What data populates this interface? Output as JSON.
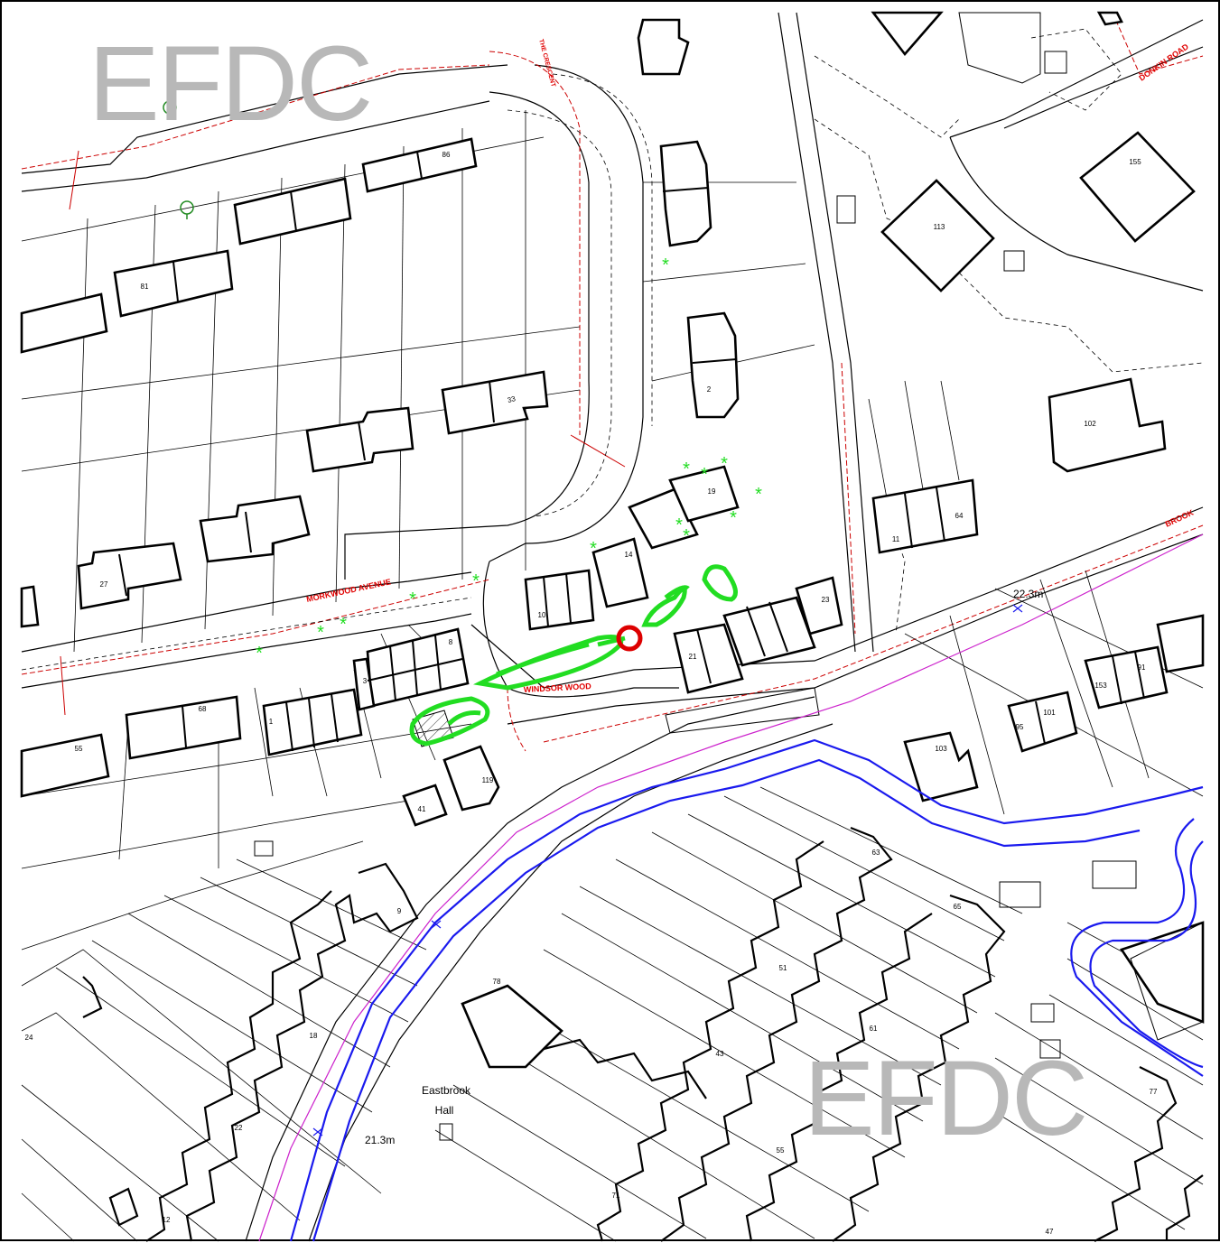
{
  "watermark": {
    "top": "EFDC",
    "bottom": "EFDC"
  },
  "streets": {
    "morkwood_avenue": "MORKWOOD AVENUE",
    "windsor_wood": "WINDSOR WOOD",
    "top_right_road": "DONKIN ROAD",
    "east_road": "BROOK",
    "the_crescent": "THE CRESCENT"
  },
  "spot_heights": {
    "upper": "22.3m",
    "lower": "21.3m"
  },
  "buildings": {
    "hall_line1": "Eastbrook",
    "hall_line2": "Hall"
  },
  "house_numbers": {
    "n1": "1",
    "n2": "2",
    "n3": "3",
    "n8": "8",
    "n9": "9",
    "n10": "10",
    "n11": "11",
    "n12": "12",
    "n14": "14",
    "n18": "18",
    "n19": "19",
    "n21": "21",
    "n22": "22",
    "n23": "23",
    "n24": "24",
    "n27": "27",
    "n33": "33",
    "n41": "41",
    "n43": "43",
    "n47": "47",
    "n51": "51",
    "n55": "55",
    "n61": "61",
    "n63": "63",
    "n64": "64",
    "n65": "65",
    "n68": "68",
    "n71": "71",
    "n77": "77",
    "n78": "78",
    "n81": "81",
    "n86": "86",
    "n91": "91",
    "n95": "95",
    "n101": "101",
    "n102": "102",
    "n103": "103",
    "n113": "113",
    "n119": "119",
    "n153": "153",
    "n155": "155"
  },
  "colors": {
    "boundary": "#000000",
    "road_name": "#e00000",
    "red_boundary": "#cc0000",
    "flood_outline": "#22dd22",
    "water": "#1a1aee",
    "contour": "#cc22cc",
    "site_marker": "#dd0000",
    "watermark": "#b8b8b8"
  }
}
